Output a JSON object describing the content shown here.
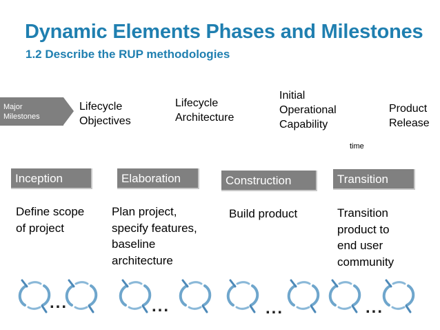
{
  "title": "Dynamic Elements Phases and Milestones",
  "subtitle": "1.2 Describe the RUP methodologies",
  "major_milestones_label": "Major\nMilestones",
  "milestones": [
    "Lifecycle\nObjectives",
    "Lifecycle\nArchitecture",
    "Initial\nOperational\nCapability",
    "Product\nRelease"
  ],
  "time_label": "time",
  "phases": [
    {
      "name": "Inception",
      "description": "Define scope\nof project"
    },
    {
      "name": "Elaboration",
      "description": "Plan project,\nspecify features,\nbaseline\narchitecture"
    },
    {
      "name": "Construction",
      "description": "Build product"
    },
    {
      "name": "Transition",
      "description": "Transition\nproduct to\nend user\ncommunity"
    }
  ],
  "iteration_ellipsis": "...",
  "colors": {
    "title": "#1f7fb0",
    "phase_box": "#808080",
    "cycle_arrow": "#6fa6cc"
  },
  "icons": [
    "iteration-cycle-icon"
  ]
}
